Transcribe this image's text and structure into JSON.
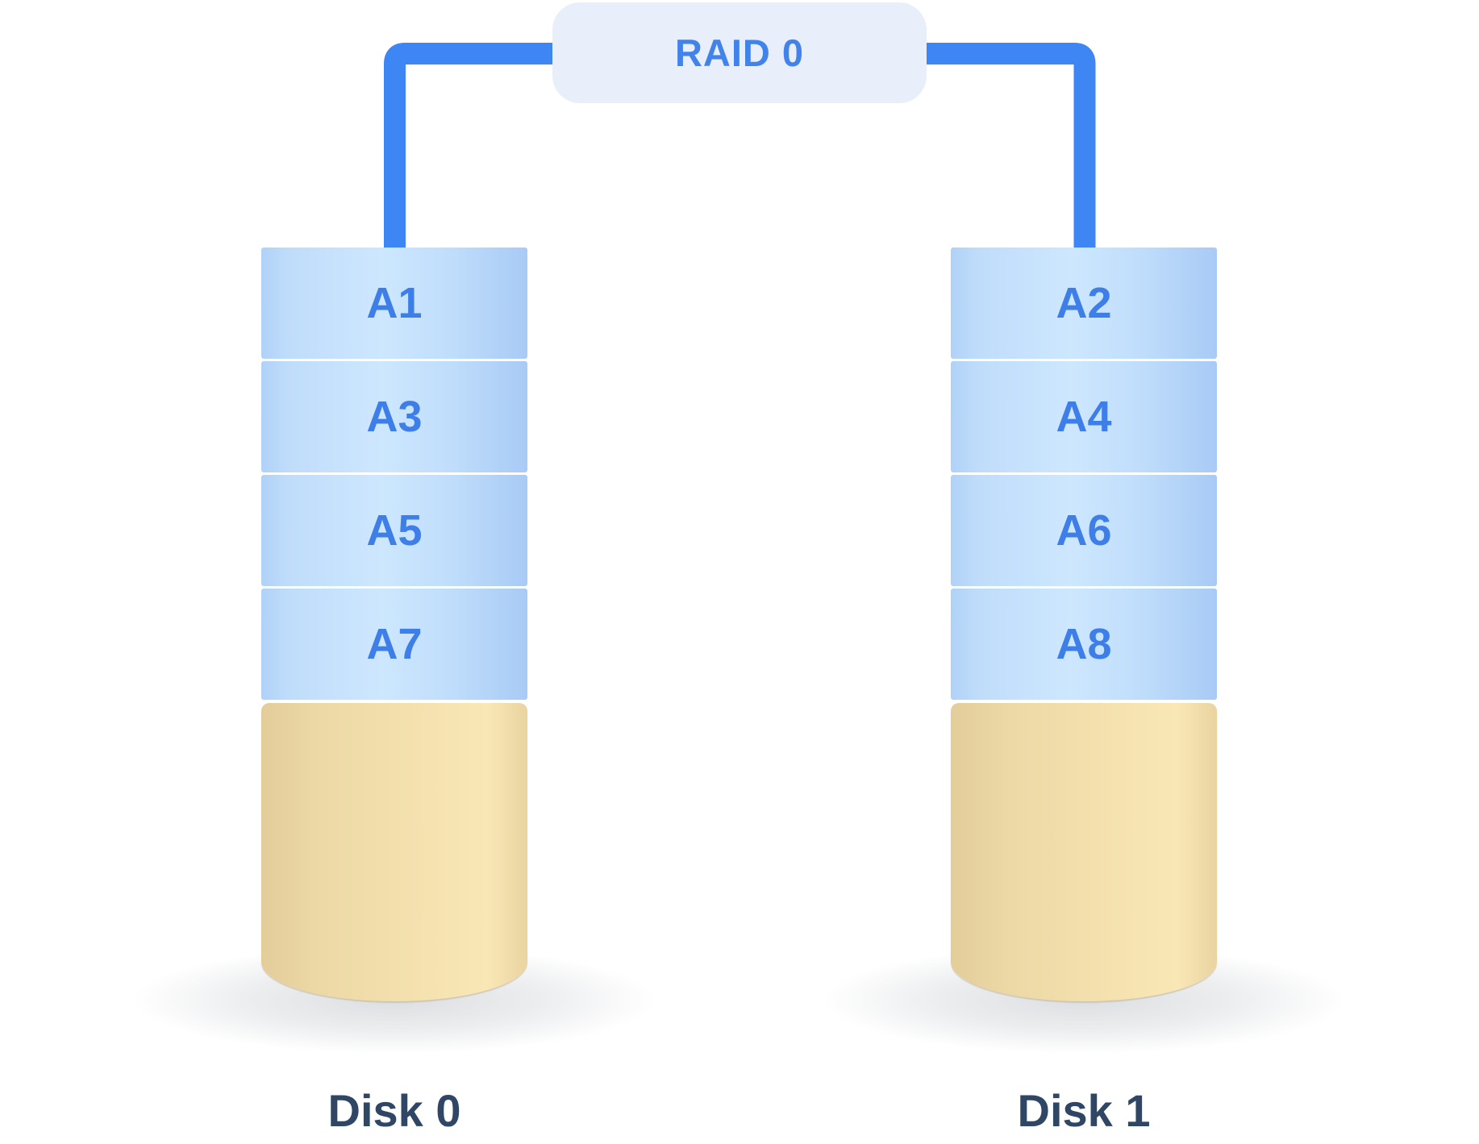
{
  "diagram": {
    "raid_label": "RAID 0",
    "disks": [
      {
        "label": "Disk 0",
        "blocks": [
          "A1",
          "A3",
          "A5",
          "A7"
        ]
      },
      {
        "label": "Disk 1",
        "blocks": [
          "A2",
          "A4",
          "A6",
          "A8"
        ]
      }
    ],
    "colors": {
      "connector_blue": "#3D86F3",
      "raid_box_bg": "#E8EEFA",
      "raid_text": "#4183EA",
      "block_text": "#3D7EE8",
      "block_fill_center": "#CDE7FE",
      "block_fill_edge": "#A8CAF5",
      "free_space_fill_center": "#F2DFAC",
      "free_space_fill_edge": "#E3CD9A",
      "disk_label_text": "#2F4765",
      "separator": "#FFFFFF"
    }
  }
}
